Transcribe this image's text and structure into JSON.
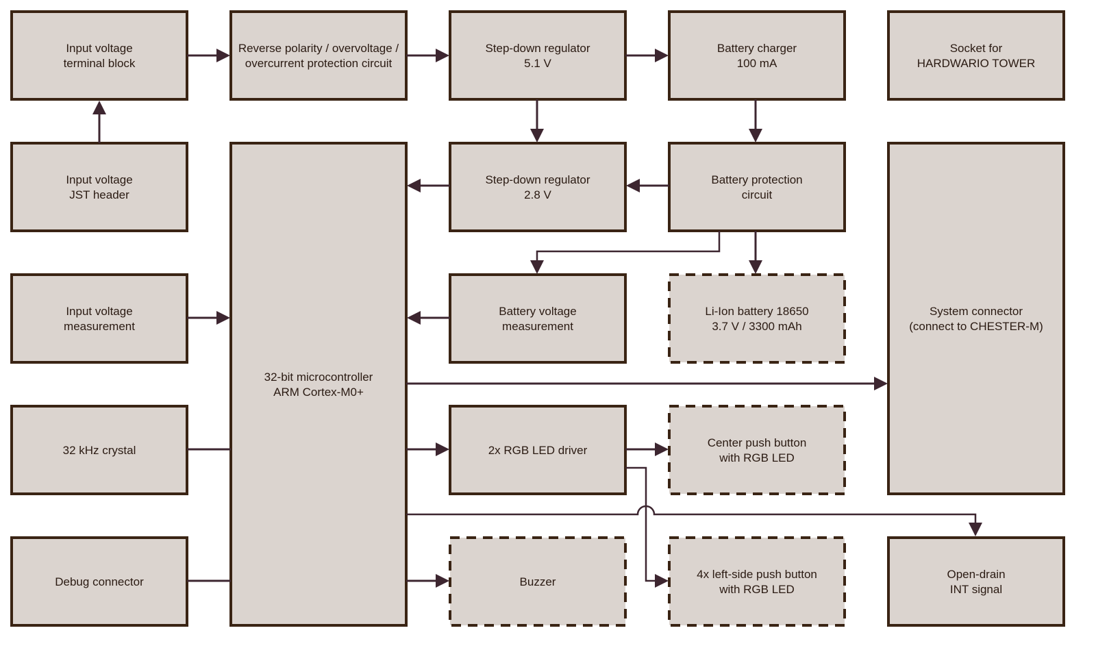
{
  "blocks": {
    "input_terminal": [
      "Input voltage",
      "terminal block"
    ],
    "protection": [
      "Reverse polarity / overvoltage /",
      "overcurrent protection circuit"
    ],
    "stepdown_51": [
      "Step-down regulator",
      "5.1 V"
    ],
    "charger": [
      "Battery charger",
      "100 mA"
    ],
    "tower_socket": [
      "Socket for",
      "HARDWARIO TOWER"
    ],
    "input_jst": [
      "Input voltage",
      "JST header"
    ],
    "mcu": [
      "32-bit microcontroller",
      "ARM Cortex-M0+"
    ],
    "stepdown_28": [
      "Step-down regulator",
      "2.8 V"
    ],
    "batt_protection": [
      "Battery protection",
      "circuit"
    ],
    "system_connector": [
      "System connector",
      "(connect to CHESTER-M)"
    ],
    "input_measure": [
      "Input voltage",
      "measurement"
    ],
    "batt_measure": [
      "Battery voltage",
      "measurement"
    ],
    "li_ion": [
      "Li-Ion battery 18650",
      "3.7 V / 3300 mAh"
    ],
    "crystal": [
      "32 kHz crystal"
    ],
    "led_driver": [
      "2x RGB LED driver"
    ],
    "center_button": [
      "Center push button",
      "with RGB LED"
    ],
    "debug": [
      "Debug connector"
    ],
    "buzzer": [
      "Buzzer"
    ],
    "left_buttons": [
      "4x left-side push button",
      "with RGB LED"
    ],
    "int_signal": [
      "Open-drain",
      "INT signal"
    ]
  }
}
